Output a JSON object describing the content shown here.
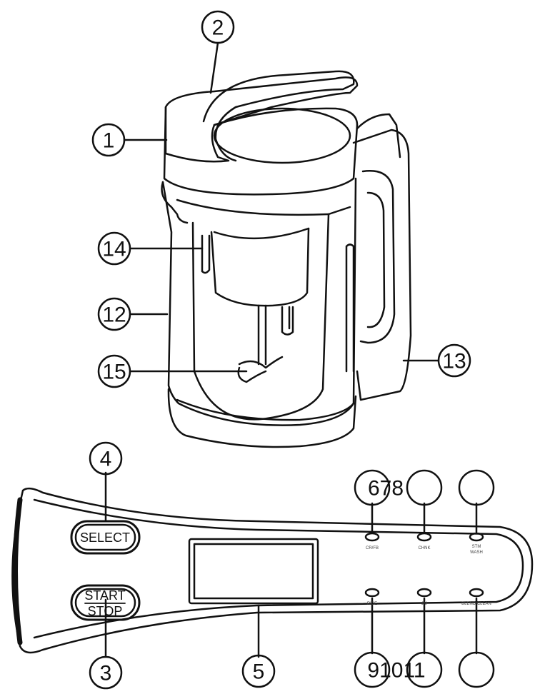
{
  "callouts": {
    "c1": "1",
    "c2": "2",
    "c3": "3",
    "c4": "4",
    "c5": "5",
    "c12": "12",
    "c13": "13",
    "c14": "14",
    "c15": "15",
    "c678": "678",
    "c91011": "91011"
  },
  "panel": {
    "select_label": "SELECT",
    "start_label": "START",
    "stop_label": "STOP",
    "led_labels": {
      "top1": "CR/FB",
      "top2": "CHNK",
      "top3": "STM",
      "top3b": "WASH",
      "bot1": "RICE",
      "bot2": "JM",
      "bot3": "BLEND/CLEAN"
    }
  },
  "colors": {
    "line": "#111111",
    "background": "#ffffff"
  }
}
